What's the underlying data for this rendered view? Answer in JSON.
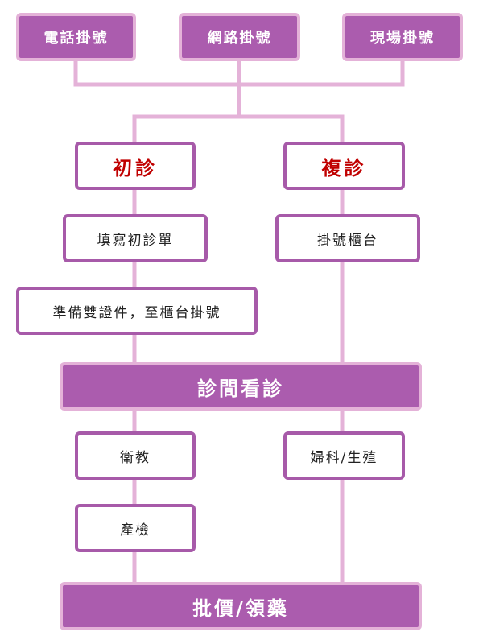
{
  "registration": {
    "phone": "電話掛號",
    "online": "網路掛號",
    "onsite": "現場掛號"
  },
  "first_visit": {
    "title": "初診",
    "step1": "填寫初診單",
    "step2": "準備雙證件，至櫃台掛號"
  },
  "return_visit": {
    "title": "複診",
    "step1": "掛號櫃台"
  },
  "consultation": "診間看診",
  "services": {
    "education": "衛教",
    "prenatal": "產檢",
    "gyn": "婦科/生殖"
  },
  "final": "批價/領藥",
  "colors": {
    "purple": "#ab5cae",
    "border_light": "#e4b2d8",
    "border_dark": "#a75aa9",
    "connector": "#e4b2d8",
    "visit_text": "#c00000"
  }
}
